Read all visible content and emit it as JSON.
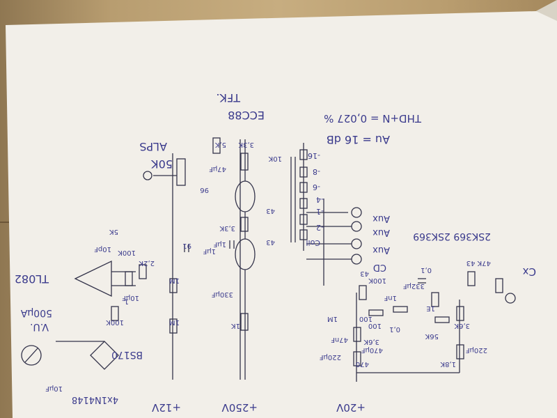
{
  "image_title": "hand-drawn amplifier schematic",
  "colors": {
    "ink": "#33334a",
    "label_ink": "#3a3a8c",
    "paper": "#f2efe9",
    "table": "#b89d70"
  },
  "notes": {
    "tube": "ECC88",
    "author": "TFK.",
    "thd": "THD+N = 0,027 %",
    "gain": "Au = 16 dB",
    "pot": "50K",
    "pot_brand": "ALPS",
    "transistors": "2SK369   2SK369",
    "opamp": "TL082",
    "vu_meter": "V.U.",
    "meter_current": "500µA",
    "diodes": "4x1N4148",
    "fet": "BS170",
    "cx": "Cx"
  },
  "supply_labels": [
    "+12V",
    "+250V",
    "+20V"
  ],
  "input_labels": [
    "CD",
    "Aux",
    "Aux",
    "Aux"
  ],
  "selector_labels": [
    "-1",
    "-2",
    "-4",
    "-6",
    "-8",
    "-16",
    "Coil"
  ],
  "component_labels": {
    "r_3k3": "3,3K",
    "r_5k": "5,K",
    "r_3k3b": "3,3K",
    "r_1k": "1K",
    "r_1M_a": "1M",
    "r_1M_b": "1M",
    "r_100k": "100K",
    "r_100k_b": "100K",
    "r_2k2": "2,2K",
    "r_43": "43",
    "r_43b": "43",
    "r_47k": "47K 43",
    "r_3k6": "3,6K",
    "r_3k6b": "3,6K",
    "r_1k8": "1,8K",
    "r_470": "470",
    "r_5k_trim": "5K",
    "r_56k": "56K",
    "r_100k_c": "100K",
    "r_100": "100",
    "r_1M_c": "1M",
    "r_10k": "10K",
    "r_43c": "43",
    "c_1uF": "1µF",
    "c_1uFb": "1µF",
    "c_10pF": "10pF",
    "c_47uF": "47µF",
    "c_330uF": "330µF",
    "c_220uF": "220µF",
    "c_220uFb": "220µF",
    "c_10uF": "10µF",
    "c_10uFb": "10µF",
    "c_01": "0,1",
    "c_01b": "0,1",
    "c_332": "332µF",
    "c_1nF": "1nF",
    "c_1000": "100",
    "c_1": "1",
    "c_91": "91",
    "c_96": "96",
    "c_47nF": "47nF",
    "c_1e": "1E",
    "c_470uF": "470µF"
  }
}
